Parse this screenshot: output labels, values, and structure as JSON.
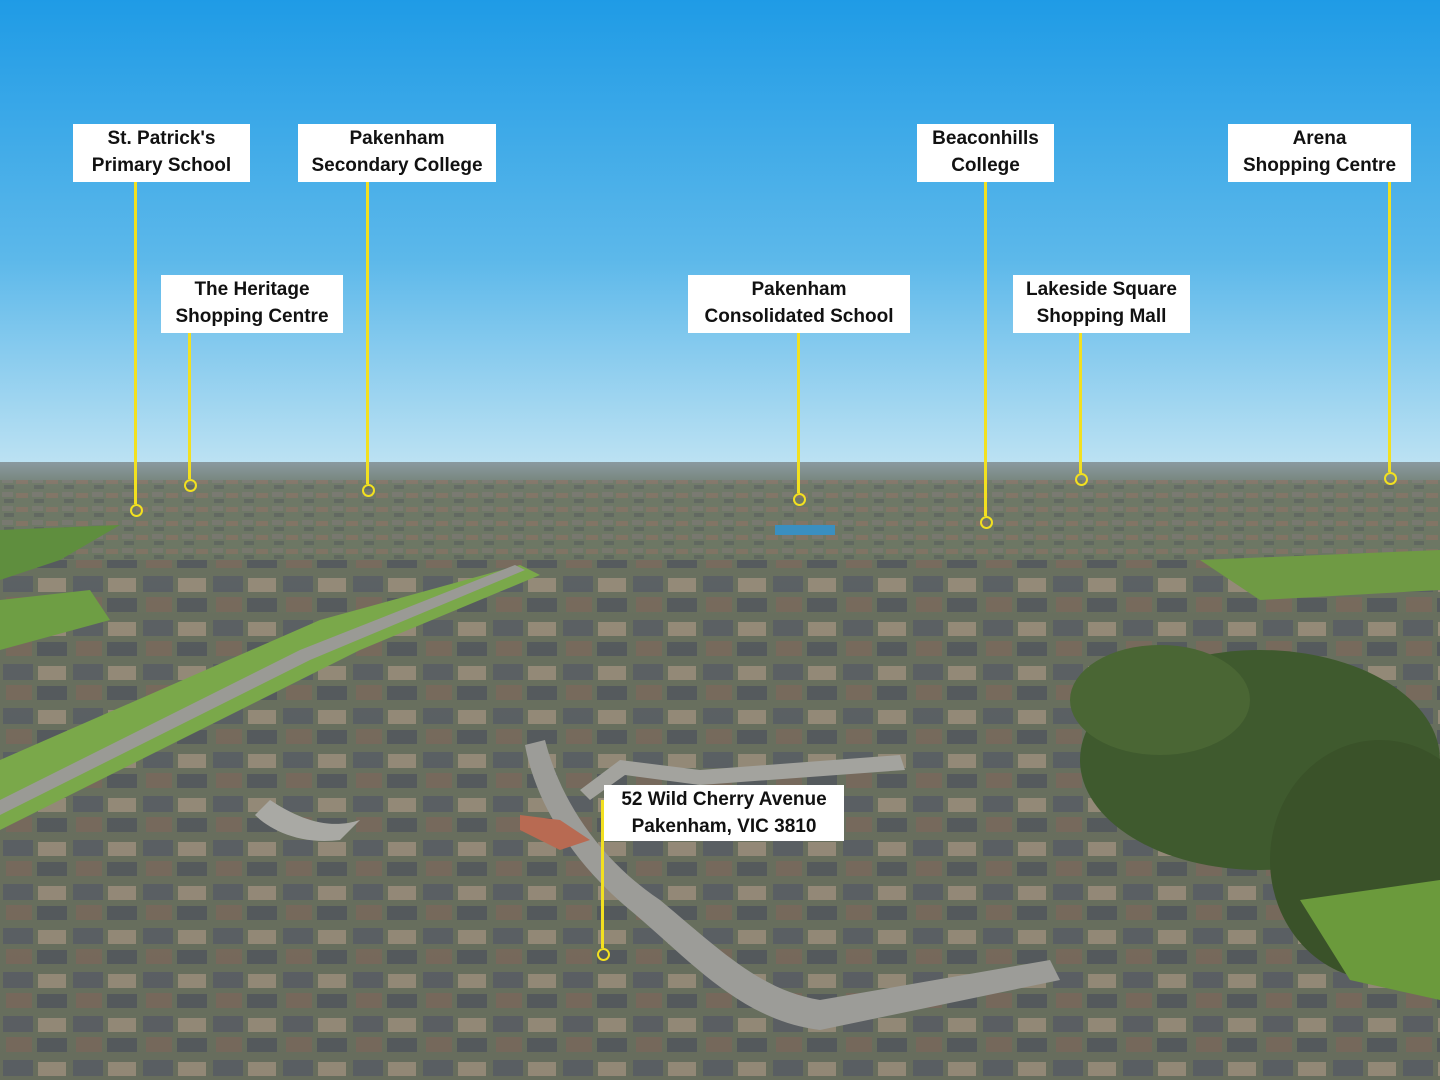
{
  "colors": {
    "sky_top": "#1f9be6",
    "sky_horizon": "#bfe3f3",
    "pin": "#f2e020",
    "label_bg": "#ffffff",
    "label_text": "#111111"
  },
  "labels": [
    {
      "line1": "St. Patrick's",
      "line2": "Primary School"
    },
    {
      "line1": "Pakenham",
      "line2": "Secondary College"
    },
    {
      "line1": "Beaconhills",
      "line2": "College"
    },
    {
      "line1": "Arena",
      "line2": "Shopping Centre"
    },
    {
      "line1": "The Heritage",
      "line2": "Shopping Centre"
    },
    {
      "line1": "Pakenham",
      "line2": "Consolidated School"
    },
    {
      "line1": "Lakeside Square",
      "line2": "Shopping Mall"
    },
    {
      "line1": "52 Wild Cherry Avenue",
      "line2": "Pakenham, VIC 3810"
    }
  ]
}
